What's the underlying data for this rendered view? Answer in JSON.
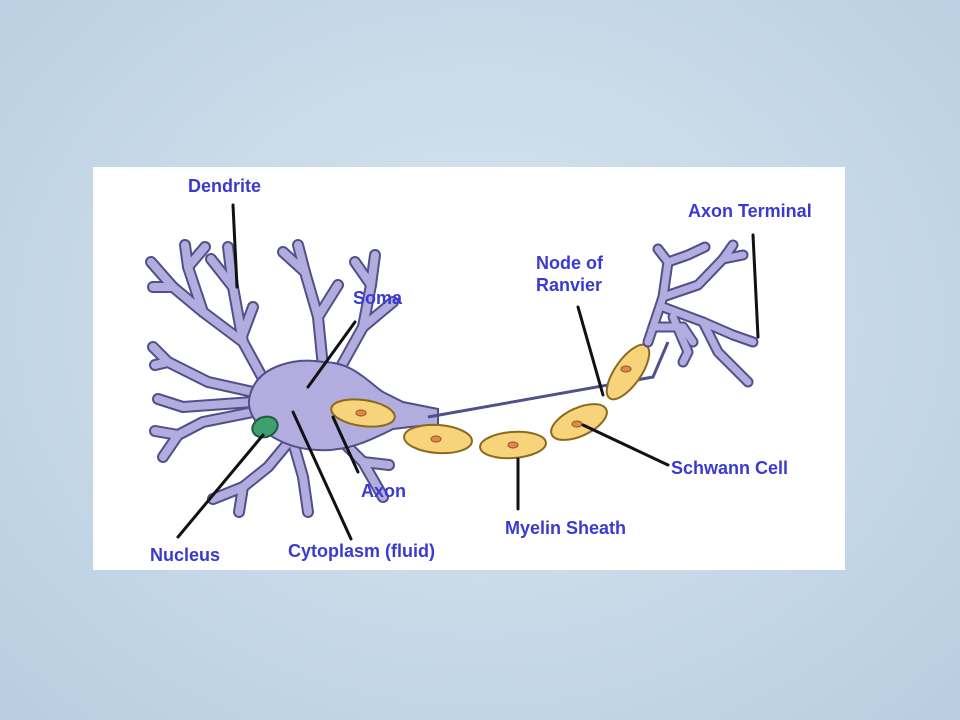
{
  "labels": {
    "dendrite": "Dendrite",
    "soma": "Soma",
    "axon": "Axon",
    "nucleus": "Nucleus",
    "cytoplasm": "Cytoplasm (fluid)",
    "node_of_ranvier": [
      "Node of",
      "Ranvier"
    ],
    "axon_terminal": "Axon Terminal",
    "schwann_cell": "Schwann Cell",
    "myelin_sheath": "Myelin Sheath"
  },
  "colors": {
    "background": "#c7d9e8",
    "label_text": "#3a3ad0",
    "neuron_body": "#b3acdf",
    "neuron_outline": "#50508a",
    "nucleus": "#3f9f6e",
    "myelin": "#f7d37b",
    "myelin_outline": "#8a6a1c",
    "schwann_nucleus": "#e0894e",
    "pointer_line": "#111111"
  }
}
